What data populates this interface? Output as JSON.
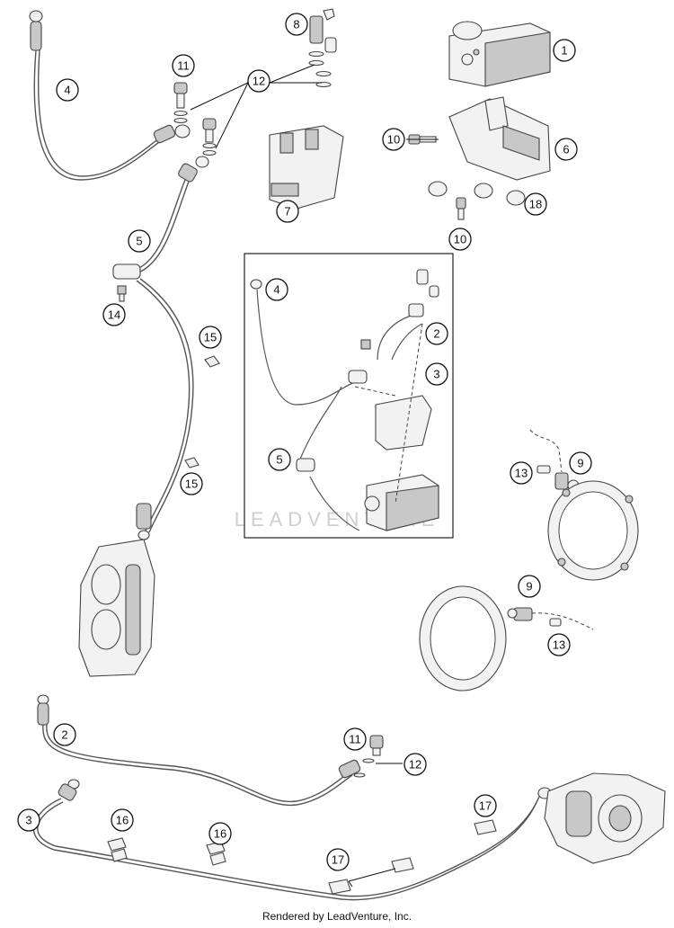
{
  "watermark": "LEADVENTURE",
  "credit": "Rendered by LeadVenture, Inc.",
  "callouts": {
    "c1": "1",
    "c2": "2",
    "c3": "3",
    "c4": "4",
    "c5": "5",
    "c6": "6",
    "c7": "7",
    "c8": "8",
    "c9": "9",
    "c10": "10",
    "c11": "11",
    "c12": "12",
    "c13": "13",
    "c14": "14",
    "c15": "15",
    "c16": "16",
    "c17": "17",
    "c18": "18"
  }
}
